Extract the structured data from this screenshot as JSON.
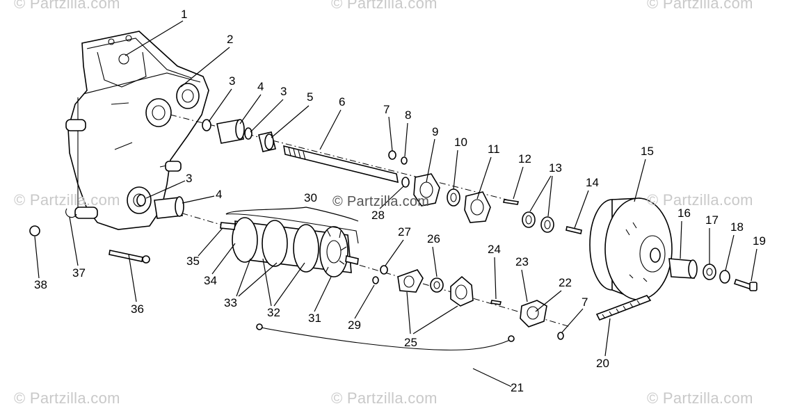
{
  "watermarks": {
    "text": "© Partzilla.com",
    "center": "© Partzilla.com"
  },
  "callouts": [
    "1",
    "2",
    "3",
    "4",
    "3",
    "5",
    "6",
    "7",
    "8",
    "9",
    "10",
    "11",
    "12",
    "13",
    "14",
    "15",
    "16",
    "17",
    "18",
    "19",
    "20",
    "21",
    "22",
    "23",
    "24",
    "25",
    "26",
    "27",
    "28",
    "29",
    "30",
    "31",
    "32",
    "33",
    "34",
    "35",
    "36",
    "37",
    "38",
    "3",
    "4",
    "7"
  ]
}
